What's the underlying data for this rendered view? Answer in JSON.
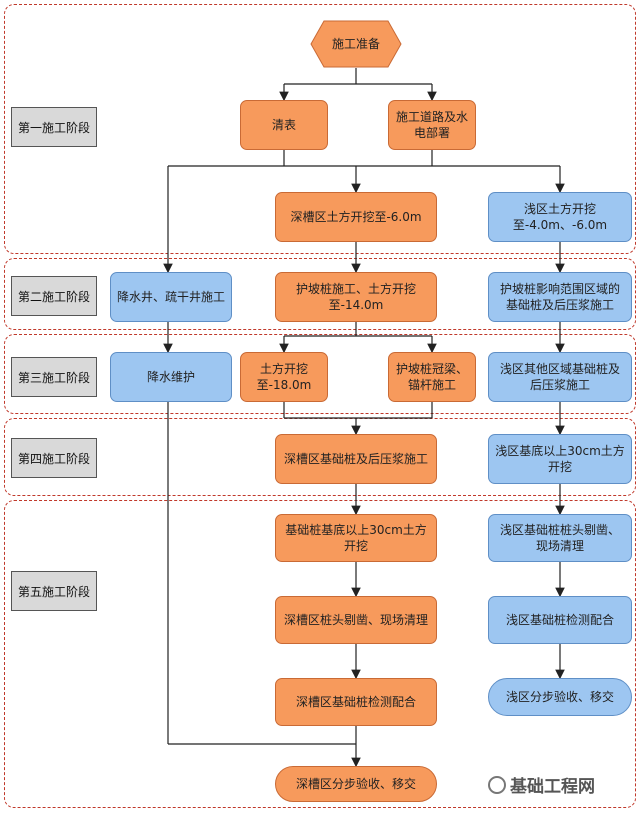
{
  "stages": [
    {
      "label": "第一施工阶段"
    },
    {
      "label": "第二施工阶段"
    },
    {
      "label": "第三施工阶段"
    },
    {
      "label": "第四施工阶段"
    },
    {
      "label": "第五施工阶段"
    }
  ],
  "nodes": {
    "start": "施工准备",
    "clear": "清表",
    "roads": "施工道路及水电部署",
    "deep_excavate_6": "深槽区土方开挖至-6.0m",
    "shallow_excavate": "浅区土方开挖至-4.0m、-6.0m",
    "dewater_wells": "降水井、疏干井施工",
    "slope_piles": "护坡桩施工、土方开挖至-14.0m",
    "shallow_piles_1": "护坡桩影响范围区域的基础桩及后压浆施工",
    "dewater_maint": "降水维护",
    "excavate_18": "土方开挖至-18.0m",
    "cap_beam": "护坡桩冠梁、锚杆施工",
    "shallow_piles_2": "浅区其他区域基础桩及后压浆施工",
    "deep_piles": "深槽区基础桩及后压浆施工",
    "shallow_30cm": "浅区基底以上30cm土方开挖",
    "deep_30cm": "基础桩基底以上30cm土方开挖",
    "shallow_pilehead": "浅区基础桩桩头剔凿、现场清理",
    "deep_pilehead": "深槽区桩头剔凿、现场清理",
    "shallow_test": "浅区基础桩检测配合",
    "deep_test": "深槽区基础桩检测配合",
    "shallow_accept": "浅区分步验收、移交",
    "deep_accept": "深槽区分步验收、移交"
  },
  "watermark": "基础工程网",
  "colors": {
    "orange": "#f79a5c",
    "blue": "#9dc6f1",
    "stage_border": "#c0392b"
  }
}
